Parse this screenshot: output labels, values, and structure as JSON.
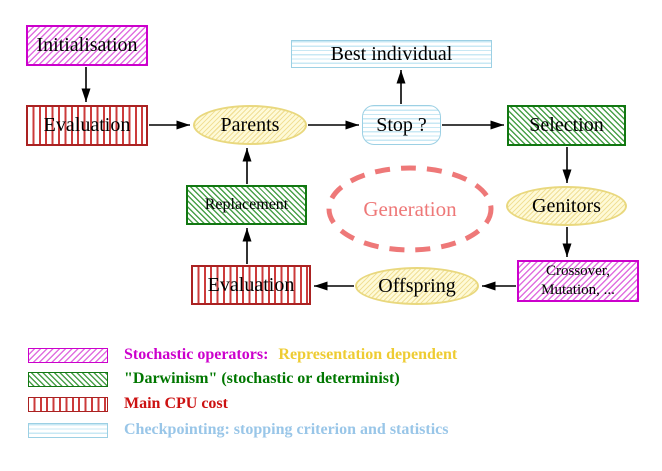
{
  "nodes": {
    "initialisation": "Initialisation",
    "evaluation_top": "Evaluation",
    "best_individual": "Best individual",
    "parents": "Parents",
    "stop": "Stop ?",
    "selection": "Selection",
    "genitors": "Genitors",
    "crossover_line1": "Crossover,",
    "crossover_line2": "Mutation, ...",
    "offspring": "Offspring",
    "evaluation_bottom": "Evaluation",
    "replacement": "Replacement",
    "generation": "Generation"
  },
  "legend": {
    "rows": [
      {
        "swatch": "magenta-diagonal-hatch",
        "parts": [
          {
            "text": "Stochastic operators:",
            "color": "#cc00cc"
          },
          {
            "text": "Representation dependent",
            "color": "#eecc33"
          }
        ]
      },
      {
        "swatch": "green-diagonal-hatch",
        "parts": [
          {
            "text": "\"Darwinism\" (stochastic or determinist)",
            "color": "#007700"
          }
        ]
      },
      {
        "swatch": "red-vertical-stripes",
        "parts": [
          {
            "text": "Main CPU cost",
            "color": "#cc1111"
          }
        ]
      },
      {
        "swatch": "cyan-horizontal-stripes",
        "parts": [
          {
            "text": "Checkpointing: stopping criterion and statistics",
            "color": "#99c6e8"
          }
        ]
      }
    ]
  },
  "colors": {
    "stochastic_magenta": "#cc00cc",
    "representation_yellow": "#eecc33",
    "darwinism_green": "#117711",
    "cpu_red": "#aa2222",
    "checkpoint_cyan": "#9cd0e4",
    "generation_salmon": "#ee7878",
    "node_yellow_border": "#e9d87e",
    "arrow_black": "#000000"
  }
}
